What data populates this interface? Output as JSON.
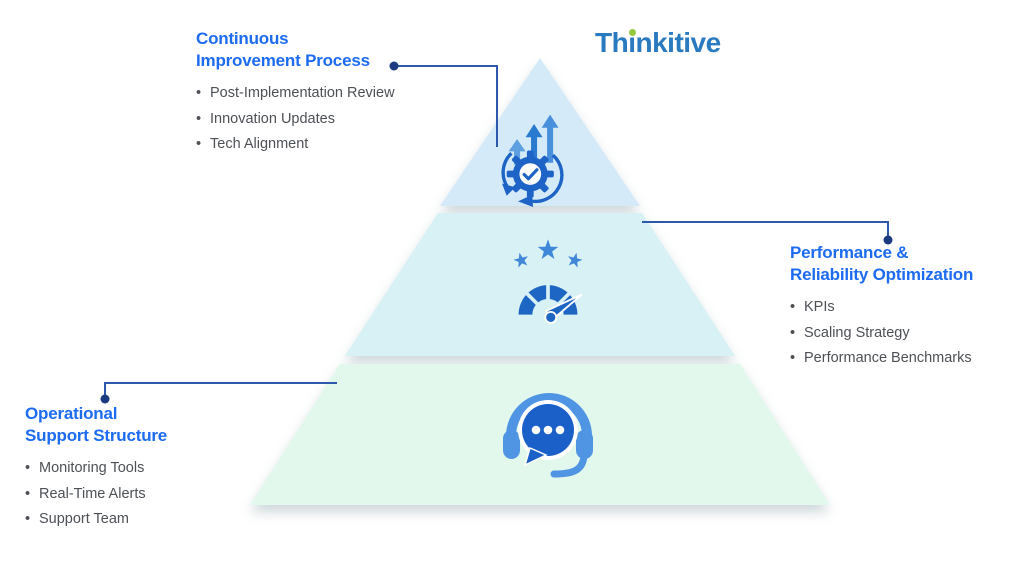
{
  "logo": {
    "part1": "Th",
    "part2": "i",
    "part3": "nkitive",
    "text_color": "#2a7abf",
    "dot_color": "#94c83f"
  },
  "callouts": {
    "top_left": {
      "title_line1": "Continuous",
      "title_line2": "Improvement Process",
      "items": [
        "Post-Implementation Review",
        "Innovation Updates",
        "Tech Alignment"
      ]
    },
    "right": {
      "title_line1": "Performance &",
      "title_line2": "Reliability Optimization",
      "items": [
        "KPIs",
        "Scaling Strategy",
        "Performance Benchmarks"
      ]
    },
    "bottom_left": {
      "title_line1": "Operational",
      "title_line2": "Support Structure",
      "items": [
        "Monitoring Tools",
        "Real-Time Alerts",
        "Support Team"
      ]
    }
  },
  "pyramid": {
    "tiers": [
      {
        "name": "continuous-improvement-process",
        "icon": "gear-growth-icon",
        "color": "#d5eaf8"
      },
      {
        "name": "performance-reliability-optimization",
        "icon": "speedometer-stars-icon",
        "color": "#d7f1f4"
      },
      {
        "name": "operational-support-structure",
        "icon": "headset-chat-icon",
        "color": "#e2f8ed"
      }
    ]
  },
  "colors": {
    "heading_blue": "#1c6bf0",
    "body_gray": "#4d5156",
    "connector_line": "#2e58ac",
    "connector_dot": "#1c3a80",
    "icon_dark_blue": "#1d64c6",
    "icon_light_blue": "#4f95e3"
  }
}
